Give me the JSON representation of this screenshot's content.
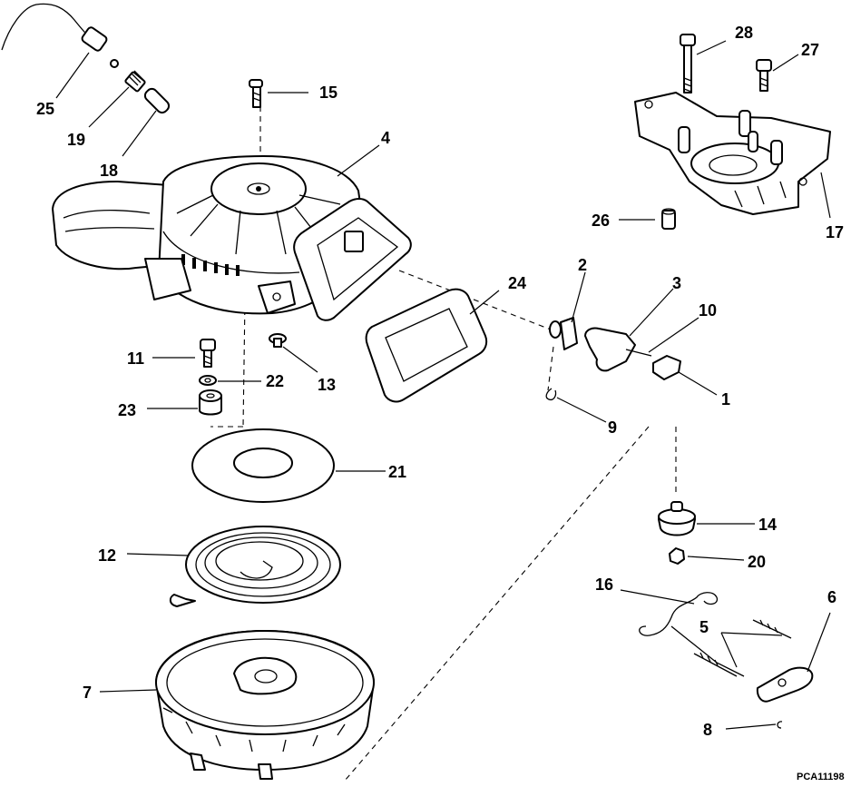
{
  "callouts": {
    "c1": "1",
    "c2": "2",
    "c3": "3",
    "c4": "4",
    "c5": "5",
    "c6": "6",
    "c7": "7",
    "c8": "8",
    "c9": "9",
    "c10": "10",
    "c11": "11",
    "c12": "12",
    "c13": "13",
    "c14": "14",
    "c15": "15",
    "c16": "16",
    "c17": "17",
    "c18": "18",
    "c19": "19",
    "c20": "20",
    "c21": "21",
    "c22": "22",
    "c23": "23",
    "c24": "24",
    "c25": "25",
    "c26": "26",
    "c27": "27",
    "c28": "28"
  },
  "figure_code": "PCA11198"
}
